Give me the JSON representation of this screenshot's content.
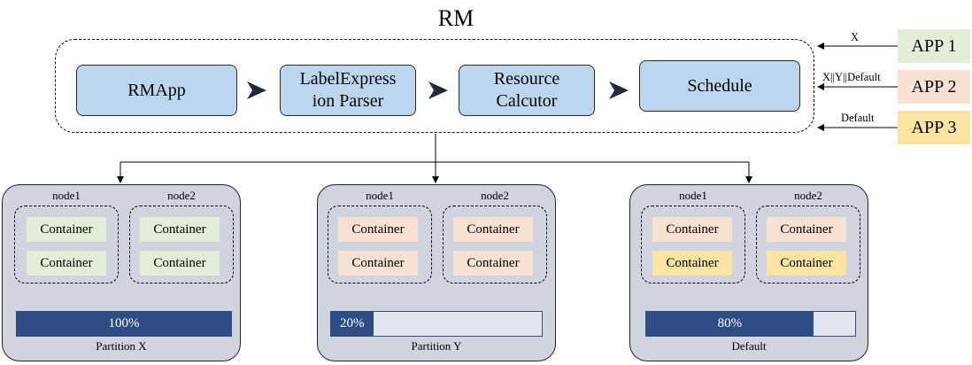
{
  "title": "RM",
  "pipeline": {
    "stages": [
      {
        "lines": [
          "RMApp"
        ]
      },
      {
        "lines": [
          "LabelExpress",
          "ion Parser"
        ]
      },
      {
        "lines": [
          "Resource",
          "Calcutor"
        ]
      },
      {
        "lines": [
          "Schedule"
        ]
      }
    ]
  },
  "apps": [
    {
      "name": "APP 1",
      "edge_label": "X",
      "color": "#e3eed9"
    },
    {
      "name": "APP 2",
      "edge_label": "X||Y||Default",
      "color": "#f7e1d2"
    },
    {
      "name": "APP 3",
      "edge_label": "Default",
      "color": "#fbe3a1"
    }
  ],
  "colors": {
    "stage_fill": "#bcd6ef",
    "partition_fill": "#d0d4df",
    "bar_fill": "#2f4d85",
    "bar_track": "#e1e5ee"
  },
  "partitions": [
    {
      "name": "Partition X",
      "usage_label": "100%",
      "usage_fraction": 1.0,
      "nodes": [
        {
          "label": "node1",
          "containers": [
            {
              "label": "Container",
              "color": "#e3eed9"
            },
            {
              "label": "Container",
              "color": "#e3eed9"
            }
          ]
        },
        {
          "label": "node2",
          "containers": [
            {
              "label": "Container",
              "color": "#e3eed9"
            },
            {
              "label": "Container",
              "color": "#e3eed9"
            }
          ]
        }
      ]
    },
    {
      "name": "Partition Y",
      "usage_label": "20%",
      "usage_fraction": 0.2,
      "nodes": [
        {
          "label": "node1",
          "containers": [
            {
              "label": "Container",
              "color": "#f7e1d2"
            },
            {
              "label": "Container",
              "color": "#f7e1d2"
            }
          ]
        },
        {
          "label": "node2",
          "containers": [
            {
              "label": "Container",
              "color": "#f7e1d2"
            },
            {
              "label": "Container",
              "color": "#f7e1d2"
            }
          ]
        }
      ]
    },
    {
      "name": "Default",
      "usage_label": "80%",
      "usage_fraction": 0.8,
      "nodes": [
        {
          "label": "node1",
          "containers": [
            {
              "label": "Container",
              "color": "#f7e1d2"
            },
            {
              "label": "Container",
              "color": "#fbe3a1"
            }
          ]
        },
        {
          "label": "node2",
          "containers": [
            {
              "label": "Container",
              "color": "#f7e1d2"
            },
            {
              "label": "Container",
              "color": "#fbe3a1"
            }
          ]
        }
      ]
    }
  ]
}
